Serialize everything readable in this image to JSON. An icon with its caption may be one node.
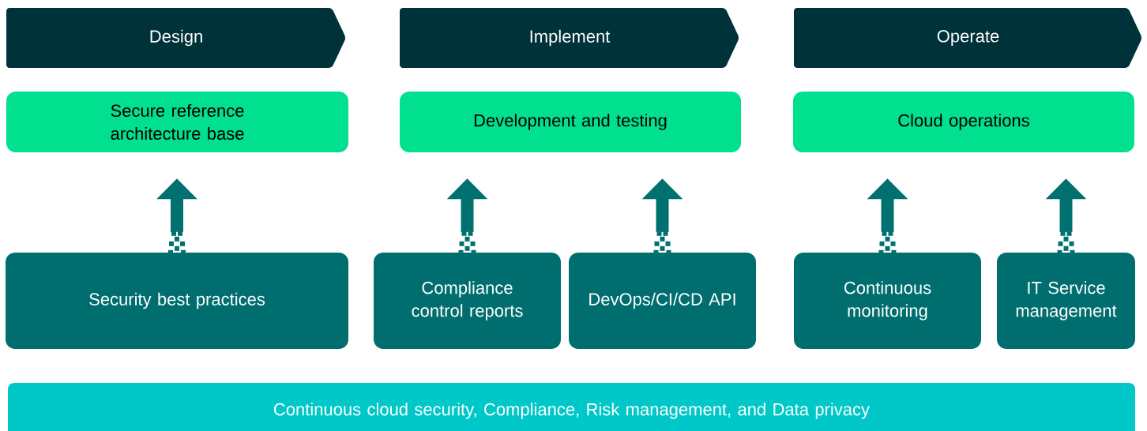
{
  "diagram": {
    "nodes": [
      {
        "text": [
          "Design"
        ]
      },
      {
        "text": [
          "Implement"
        ]
      },
      {
        "text": [
          "Operate"
        ]
      },
      {
        "text": [
          "Secure reference architecture base"
        ]
      },
      {
        "text": [
          "Development and testing"
        ]
      },
      {
        "text": [
          "Cloud operations"
        ]
      },
      {
        "text": [
          "Security best practices"
        ]
      },
      {
        "text": [
          "Compliance control reports"
        ]
      },
      {
        "text": [
          "DevOps/CI/CD API"
        ]
      },
      {
        "text": [
          "Continuous monitoring"
        ]
      },
      {
        "text": [
          "IT Service management"
        ]
      },
      {
        "text": [
          "Continuous cloud security, Compliance, Risk management, and Data privacy"
        ]
      }
    ],
    "edges": [
      {
        "from": 6,
        "to": 3,
        "arrow": "to"
      },
      {
        "from": 7,
        "to": 4,
        "arrow": "to"
      },
      {
        "from": 8,
        "to": 4,
        "arrow": "to"
      },
      {
        "from": 9,
        "to": 5,
        "arrow": "to"
      },
      {
        "from": 10,
        "to": 5,
        "arrow": "to"
      }
    ]
  }
}
